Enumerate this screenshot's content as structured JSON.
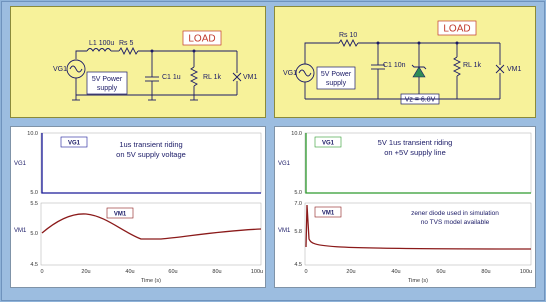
{
  "left_schematic": {
    "load_label": "LOAD",
    "components": {
      "l1": "L1 100u",
      "rs": "Rs 5",
      "c1": "C1 1u",
      "rl": "RL 1k",
      "vg": "VG1",
      "vm": "VM1",
      "supply_line1": "5V Power",
      "supply_line2": "supply"
    }
  },
  "right_schematic": {
    "load_label": "LOAD",
    "components": {
      "rs": "Rs 10",
      "c1": "C1 10n",
      "rl": "RL 1k",
      "vg": "VG1",
      "vm": "VM1",
      "supply_line1": "5V Power",
      "supply_line2": "supply",
      "vz": "Vz = 6.8V"
    }
  },
  "left_plot": {
    "annotation_line1": "1us transient riding",
    "annotation_line2": "on 5V supply voltage",
    "vg_tag": "VG1",
    "vm_tag": "VM1",
    "vg_axis_label": "VG1",
    "vm_axis_label": "VM1",
    "vg_y_ticks": [
      "10.0",
      "5.0"
    ],
    "vm_y_ticks": [
      "5.5",
      "5.0",
      "4.5"
    ],
    "x_ticks": [
      "0",
      "20u",
      "40u",
      "60u",
      "80u",
      "100u"
    ],
    "x_label": "Time (s)"
  },
  "right_plot": {
    "annotation_line1": "5V 1us transient riding",
    "annotation_line2": "on +5V supply line",
    "note_line1": "zener diode used in simulation",
    "note_line2": "no TVS  model available",
    "vg_tag": "VG1",
    "vm_tag": "VM1",
    "vg_axis_label": "VG1",
    "vm_axis_label": "VM1",
    "vg_y_ticks": [
      "10.0",
      "5.0"
    ],
    "vm_y_ticks": [
      "7.0",
      "5.8",
      "4.5"
    ],
    "x_ticks": [
      "0",
      "20u",
      "40u",
      "60u",
      "80u",
      "100u"
    ],
    "x_label": "Time (s)"
  },
  "colors": {
    "vg_left": "#1a1a99",
    "vg_right": "#2e9b2e",
    "vm": "#8b1a1a"
  }
}
